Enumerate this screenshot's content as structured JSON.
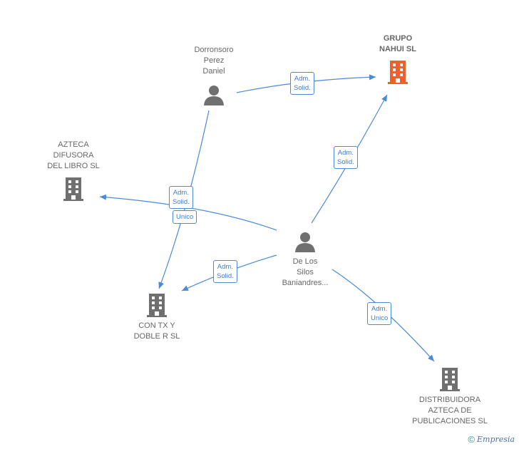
{
  "nodes": {
    "dorronsoro": {
      "label": "Dorronsoro\nPerez\nDaniel",
      "type": "person"
    },
    "grupo_nahui": {
      "label": "GRUPO\nNAHUI  SL",
      "type": "company-highlight"
    },
    "azteca_difusora": {
      "label": "AZTECA\nDIFUSORA\nDEL LIBRO SL",
      "type": "company"
    },
    "de_los_silos": {
      "label": "De Los\nSilos\nBaniandres...",
      "type": "person"
    },
    "con_tx": {
      "label": "CON TX Y\nDOBLE R  SL",
      "type": "company"
    },
    "distribuidora": {
      "label": "DISTRIBUIDORA\nAZTECA DE\nPUBLICACIONES SL",
      "type": "company"
    }
  },
  "edges": {
    "e1": "Adm.\nSolid.",
    "e2": "Adm.\nSolid.",
    "e3": "Adm.\nSolid.",
    "e4": "Unico",
    "e5": "Adm.\nSolid.",
    "e6": "Adm.\nUnico"
  },
  "footer": {
    "copyright_symbol": "©",
    "brand": "Empresia"
  },
  "colors": {
    "edge": "#4a8ad6",
    "icon": "#707070",
    "highlight": "#f0602e"
  }
}
